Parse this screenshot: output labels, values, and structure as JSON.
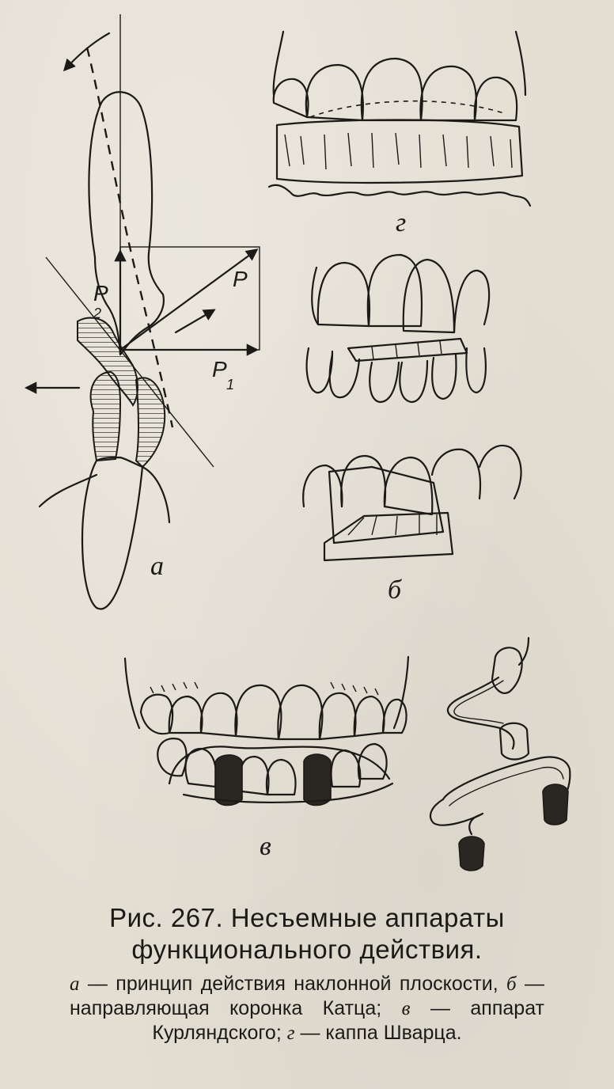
{
  "figure": {
    "labels": {
      "a": "а",
      "b": "б",
      "v": "в",
      "g": "г"
    },
    "forces": {
      "p": "P",
      "p1": "P",
      "p1_sub": "1",
      "p2": "P",
      "p2_sub": "2"
    }
  },
  "caption": {
    "title_line1": "Рис. 267. Несъемные аппараты",
    "title_line2": "функционального действия.",
    "items": [
      {
        "letter": "а",
        "text": " — принцип действия наклонной плоскости, "
      },
      {
        "letter": "б",
        "text": " — направляющая коронка Катца; "
      },
      {
        "letter": "в",
        "text": " — аппарат Курляндского; "
      },
      {
        "letter": "г",
        "text": " — каппа Шварца."
      }
    ]
  }
}
